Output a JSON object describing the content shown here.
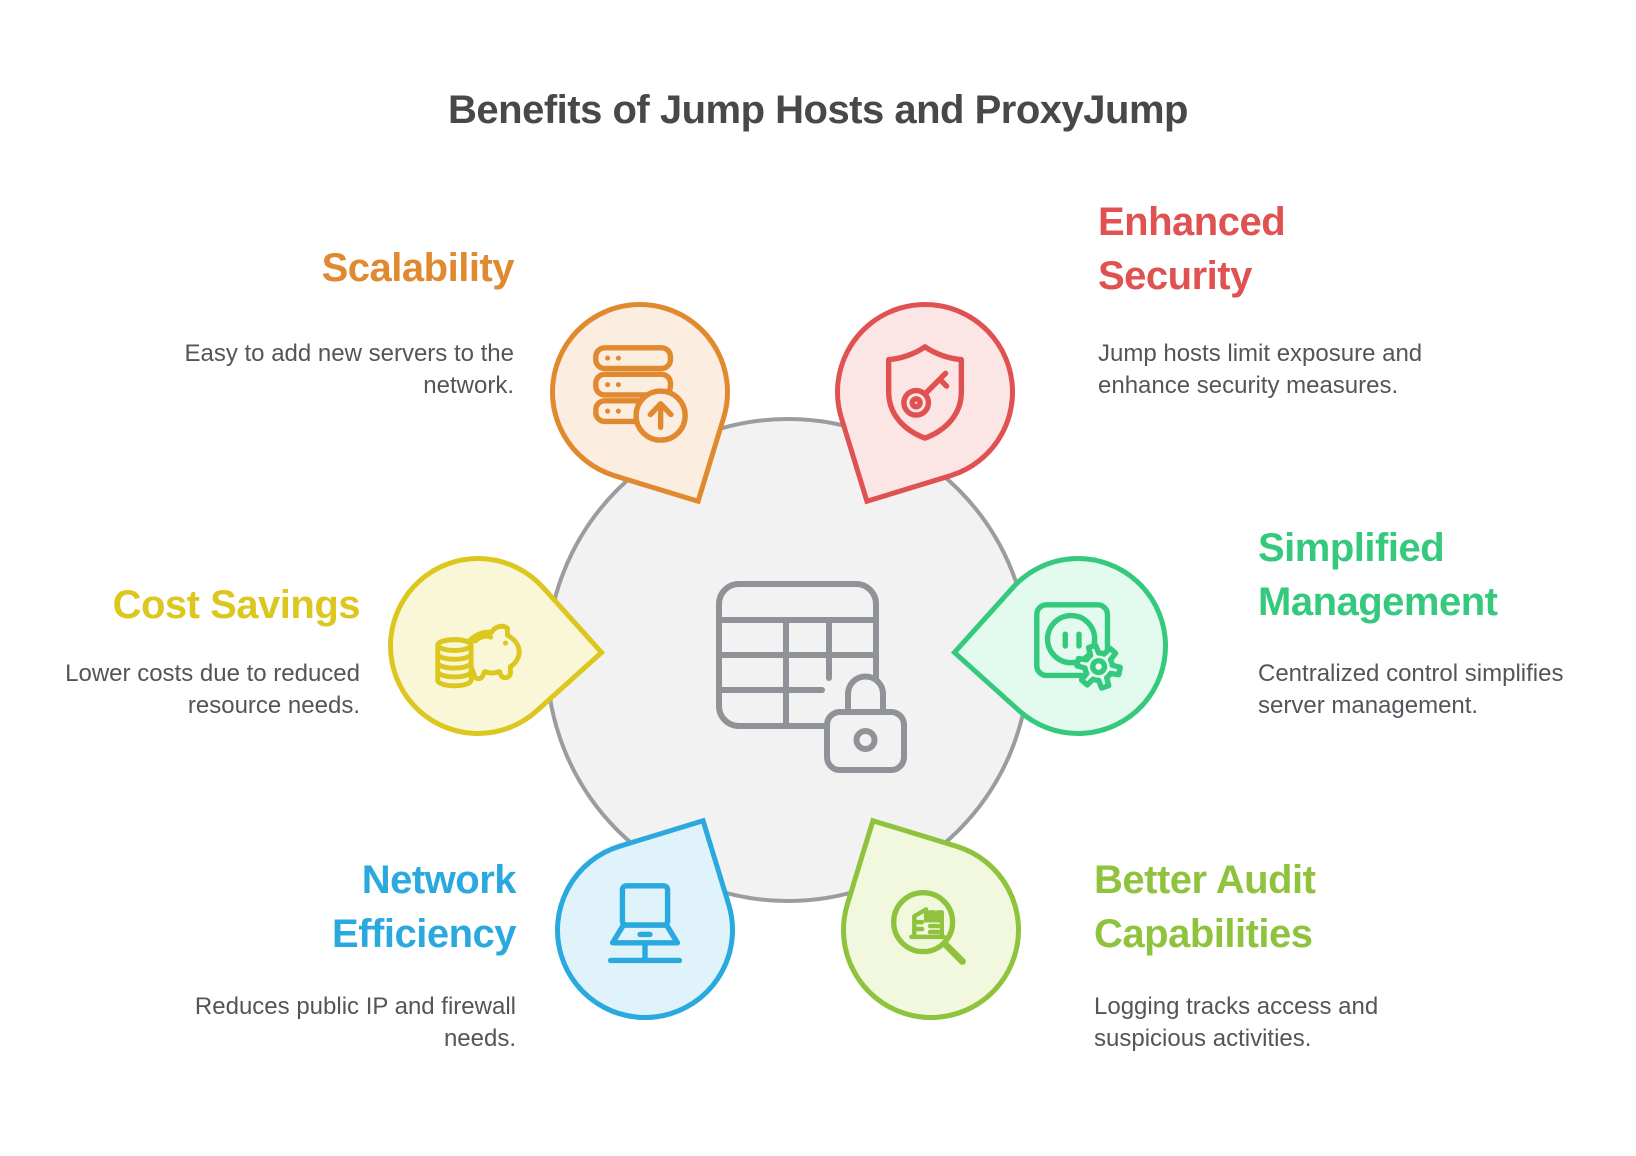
{
  "title": "Benefits of Jump Hosts and ProxyJump",
  "text_colors": {
    "title": "#47484A",
    "body": "#53555A"
  },
  "hub": {
    "icon": "table-lock-icon",
    "fill": "#F2F2F3",
    "stroke": "#9A9CA0",
    "icon_color": "#8F9296"
  },
  "nodes": [
    {
      "id": "scalability",
      "label": "Scalability",
      "description": "Easy to add new servers to the network.",
      "color": "#E0892F",
      "fill": "#FBEEE0",
      "icon": "server-upload-icon"
    },
    {
      "id": "enhanced-security",
      "label": "Enhanced Security",
      "description": "Jump hosts limit exposure and enhance security measures.",
      "color": "#E05151",
      "fill": "#FBE5E5",
      "icon": "shield-key-icon"
    },
    {
      "id": "cost-savings",
      "label": "Cost Savings",
      "description": "Lower costs due to reduced resource needs.",
      "color": "#DCC71F",
      "fill": "#FAF6D8",
      "icon": "piggy-bank-coins-icon"
    },
    {
      "id": "simplified-management",
      "label": "Simplified Management",
      "description": "Centralized control simplifies server management.",
      "color": "#35C97D",
      "fill": "#E3FAEE",
      "icon": "power-socket-gear-icon"
    },
    {
      "id": "network-efficiency",
      "label": "Network Efficiency",
      "description": "Reduces public IP and firewall needs.",
      "color": "#29A9DE",
      "fill": "#E0F3FB",
      "icon": "laptop-icon"
    },
    {
      "id": "better-audit-capabilities",
      "label": "Better Audit Capabilities",
      "description": "Logging tracks access and suspicious activities.",
      "color": "#8FC33E",
      "fill": "#F1F8DE",
      "icon": "magnifier-audit-icon"
    }
  ]
}
